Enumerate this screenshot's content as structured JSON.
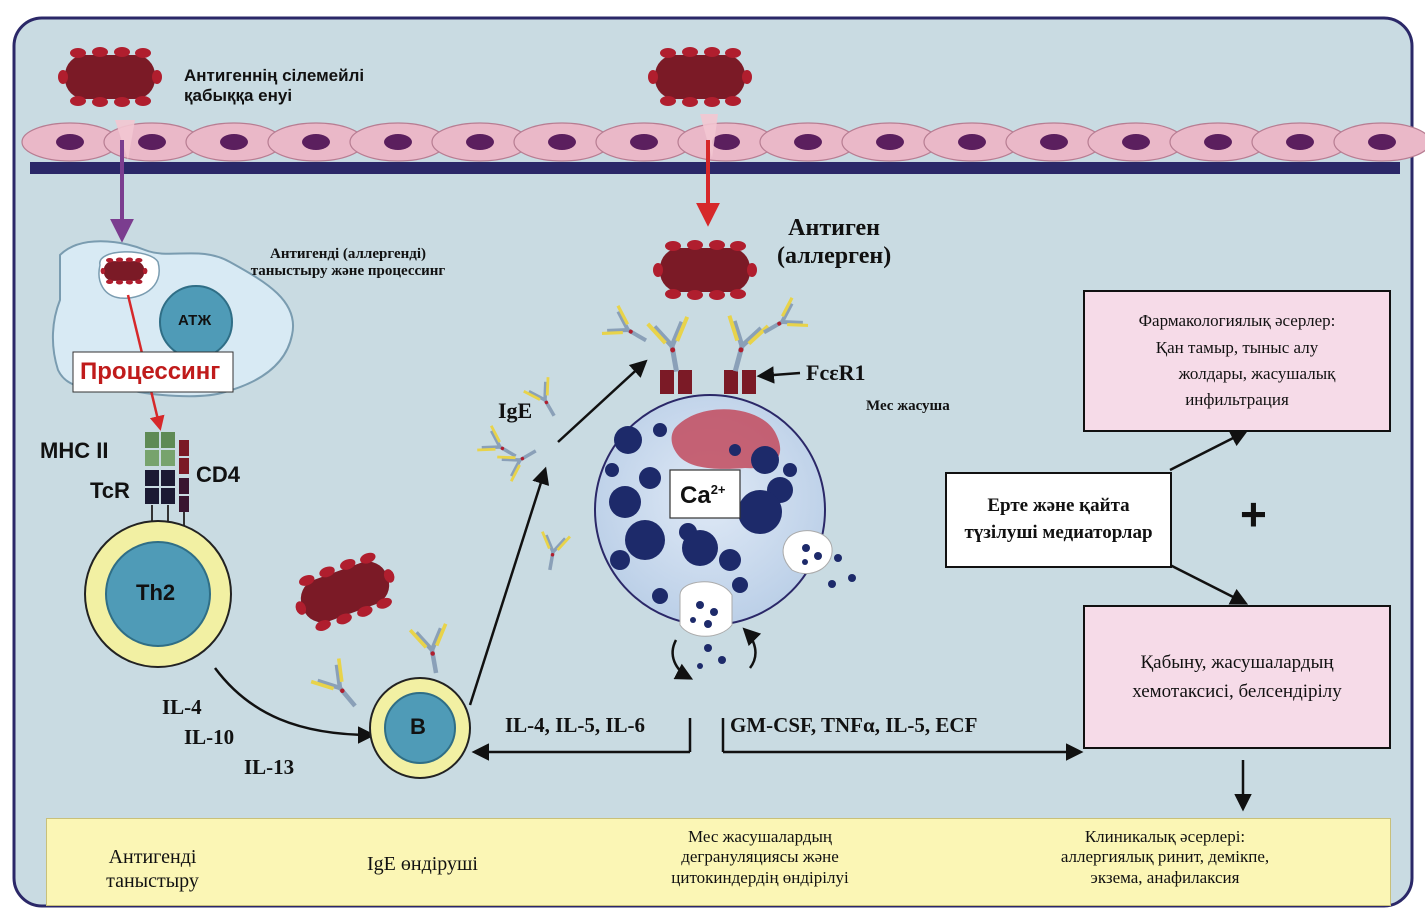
{
  "top": {
    "antigen_entry": "Антигеннің сілемейлі қабыққа енуі",
    "antigen_presentation": "Антигенді (аллергенді) таныстыру және процессинг",
    "atzh": "АТЖ",
    "processing": "Процессинг",
    "antigen_allergen_line1": "Антиген",
    "antigen_allergen_line2": "(аллерген)"
  },
  "cell_labels": {
    "mhc": "MHC II",
    "cd4": "CD4",
    "tcr": "TcR",
    "th2": "Th2",
    "b_cell": "B",
    "ige": "IgE",
    "fcer1": "FcεR1",
    "mast_cell": "Мес жасуша",
    "calcium_base": "Ca",
    "calcium_sup": "2+"
  },
  "cytokines": {
    "th2_il4": "IL-4",
    "th2_il10": "IL-10",
    "th2_il13": "IL-13",
    "mast_to_b": "IL-4, IL-5, IL-6",
    "mast_out": "GM-CSF, TNFα, IL-5, ECF"
  },
  "boxes": {
    "pharma_line1": "Фармакологиялық әсерлер:",
    "pharma_line2": "Қан тамыр, тыныс алу",
    "pharma_line3": "жолдары, жасушалық",
    "pharma_line4": "инфильтрация",
    "mediators_line1": "Ерте және қайта",
    "mediators_line2": "түзілуші медиаторлар",
    "plus": "+",
    "inflammation_line1": "Қабыну, жасушалардың",
    "inflammation_line2": "хемотаксисі, белсендірілу"
  },
  "bottom": {
    "step1_line1": "Антигенді",
    "step1_line2": "таныстыру",
    "step2": "IgE өндіруші",
    "step3_line1": "Мес жасушалардың",
    "step3_line2": "дегрануляциясы және",
    "step3_line3": "цитокиндердің өндірілуі",
    "step4_line1": "Клиникалық әсерлері:",
    "step4_line2": "аллергиялық ринит, демікпе,",
    "step4_line3": "экзема, анафилаксия"
  },
  "colors": {
    "background_panel": "#c9dbe2",
    "epithelium": "#eab8c8",
    "nucleus": "#5b1f5e",
    "membrane": "#2b2868",
    "antigen": "#7b1a26",
    "antigen_bumps": "#b01e2e",
    "apc": "#d8eaf4",
    "nucleus_blue": "#4f9bb7",
    "cell_rim": "#f2f0a3",
    "mast_body": "#c9dbee",
    "granule": "#1d2a6a",
    "arrow_purple": "#7b3d8f",
    "arrow_red": "#d6282a",
    "bottom_bar": "#fbf6b5",
    "pink_box": "#f6dbe8"
  }
}
